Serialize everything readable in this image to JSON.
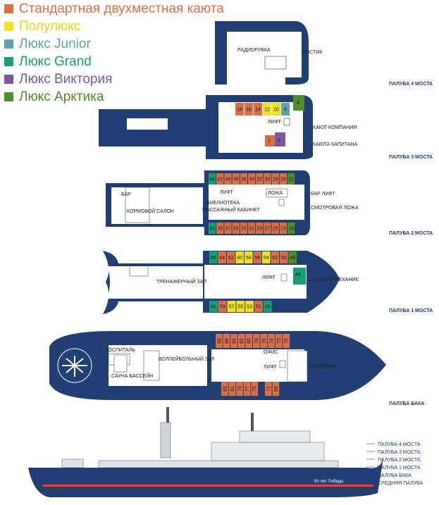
{
  "legend": [
    {
      "label": "Стандартная двухместная каюта",
      "color": "#d86f47"
    },
    {
      "label": "Полулюкс",
      "color": "#f2e21a"
    },
    {
      "label": "Люкс Junior",
      "color": "#5fa4a4"
    },
    {
      "label": "Люкс Grand",
      "color": "#1a9e78"
    },
    {
      "label": "Люкс Виктория",
      "color": "#7a5a9c"
    },
    {
      "label": "Люкс Арктика",
      "color": "#4f8f2a"
    }
  ],
  "colors": {
    "hull": "#223f73",
    "deck": "#ffffff",
    "outline": "#1a2f55",
    "standard": "#d86f47",
    "semi": "#f2e21a",
    "junior": "#5fa4a4",
    "grand": "#1a9e78",
    "victoria": "#7a5a9c",
    "arktika": "#4f8f2a"
  },
  "decks": {
    "deck4": {
      "name": "ПАЛУБА 4 МОСТА",
      "rooms": [
        "РАДИОРУБКА",
        "МОСТИК"
      ]
    },
    "deck3": {
      "name": "ПАЛУБА 3 МОСТА",
      "labels": [
        "ЛИФТ",
        "КАЮТ-КОМПАНИЯ",
        "КАЮТА КАПИТАНА"
      ],
      "top_cabins": [
        "18",
        "16",
        "14",
        "12",
        "10",
        "8"
      ],
      "suites": [
        "4",
        "7",
        "5"
      ]
    },
    "deck2": {
      "name": "ПАЛУБА 2 МОСТА",
      "labels": [
        "БАР",
        "КОРМОВОЙ САЛОН",
        "ЛИФТ",
        "БИБЛИОТЕКА",
        "МАССАЖНЫЙ КАБИНЕТ",
        "ЛОЖА",
        "БАР ЛИФТ",
        "СМОТРОВАЯ ЛОЖА"
      ],
      "top_cabins": [
        "44",
        "42",
        "40",
        "38",
        "36",
        "34",
        "32",
        "30",
        "28",
        "26",
        "22"
      ],
      "bottom_cabins": [
        "41",
        "39",
        "37",
        "35",
        "33",
        "31",
        "29",
        "27",
        "25",
        "23",
        "19"
      ]
    },
    "deck1": {
      "name": "ПАЛУБА 1 МОСТА",
      "labels": [
        "ТРЕНАЖЕРНЫЙ ЗАЛ",
        "ЛИФТ",
        "СТАРШИЙ МЕХАНИК"
      ],
      "top_cabins": [
        "66",
        "64",
        "62",
        "60",
        "58",
        "56",
        "54",
        "52",
        "50",
        "48",
        "46"
      ],
      "bottom_cabins": [
        "61",
        "59",
        "57",
        "55",
        "53",
        "51",
        "49"
      ]
    },
    "bak": {
      "name": "ПАЛУБА БАКА",
      "labels": [
        "ГОСПИТАЛЬ",
        "САУНА БАССЕЙН",
        "ВОЛЛЕЙБОЛЬНЫЙ ЗАЛ",
        "ОФИС",
        "ЛИФТ",
        "РЕСТОРАН"
      ],
      "top_cabins": [
        "88",
        "86",
        "84",
        "82",
        "80",
        "78",
        "76",
        "74",
        "72",
        "70"
      ],
      "bottom_cabins": [
        "83",
        "81",
        "79",
        "77",
        "75",
        "71",
        "69"
      ]
    }
  },
  "profile_legend": [
    "ПАЛУБА 4 МОСТА",
    "ПАЛУБА 3 МОСТА",
    "ПАЛУБА 2 МОСТА",
    "ПАЛУБА 1 МОСТА",
    "ПАЛУБА БАКА",
    "СРЕДНЯЯ ПАЛУБА"
  ],
  "ship_name": "50 лет Победы"
}
